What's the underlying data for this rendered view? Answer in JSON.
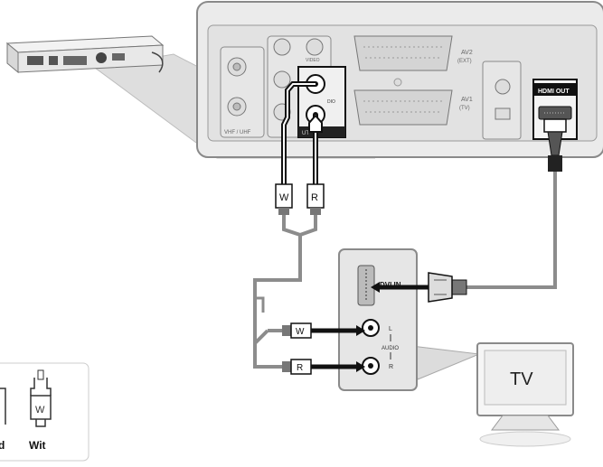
{
  "recorder_panel": {
    "hdmi_out_label": "HDMI OUT",
    "video_label": "VIDEO",
    "audio_label": "DIO",
    "audio_out_label": "UT",
    "vhf_uhf_label": "VHF / UHF",
    "av2_label": "AV2",
    "av2_sub": "(EXT)",
    "av1_label": "AV1",
    "av1_sub": "(TV)"
  },
  "cable_tags": {
    "white": "W",
    "red": "R"
  },
  "tv_panel": {
    "dvi_in_label": "DVI IN",
    "audio_label": "AUDIO",
    "left_label": "L",
    "right_label": "R"
  },
  "tv": {
    "screen_label": "TV"
  },
  "legend": {
    "white_plug_letter": "W",
    "white_caption": "Wit",
    "red_caption": "d"
  },
  "colors": {
    "panel_fill": "#e6e6e6",
    "panel_stroke": "#8a8a8a",
    "cable_dark": "#1a1a1a",
    "cable_grey": "#8c8c8c"
  }
}
